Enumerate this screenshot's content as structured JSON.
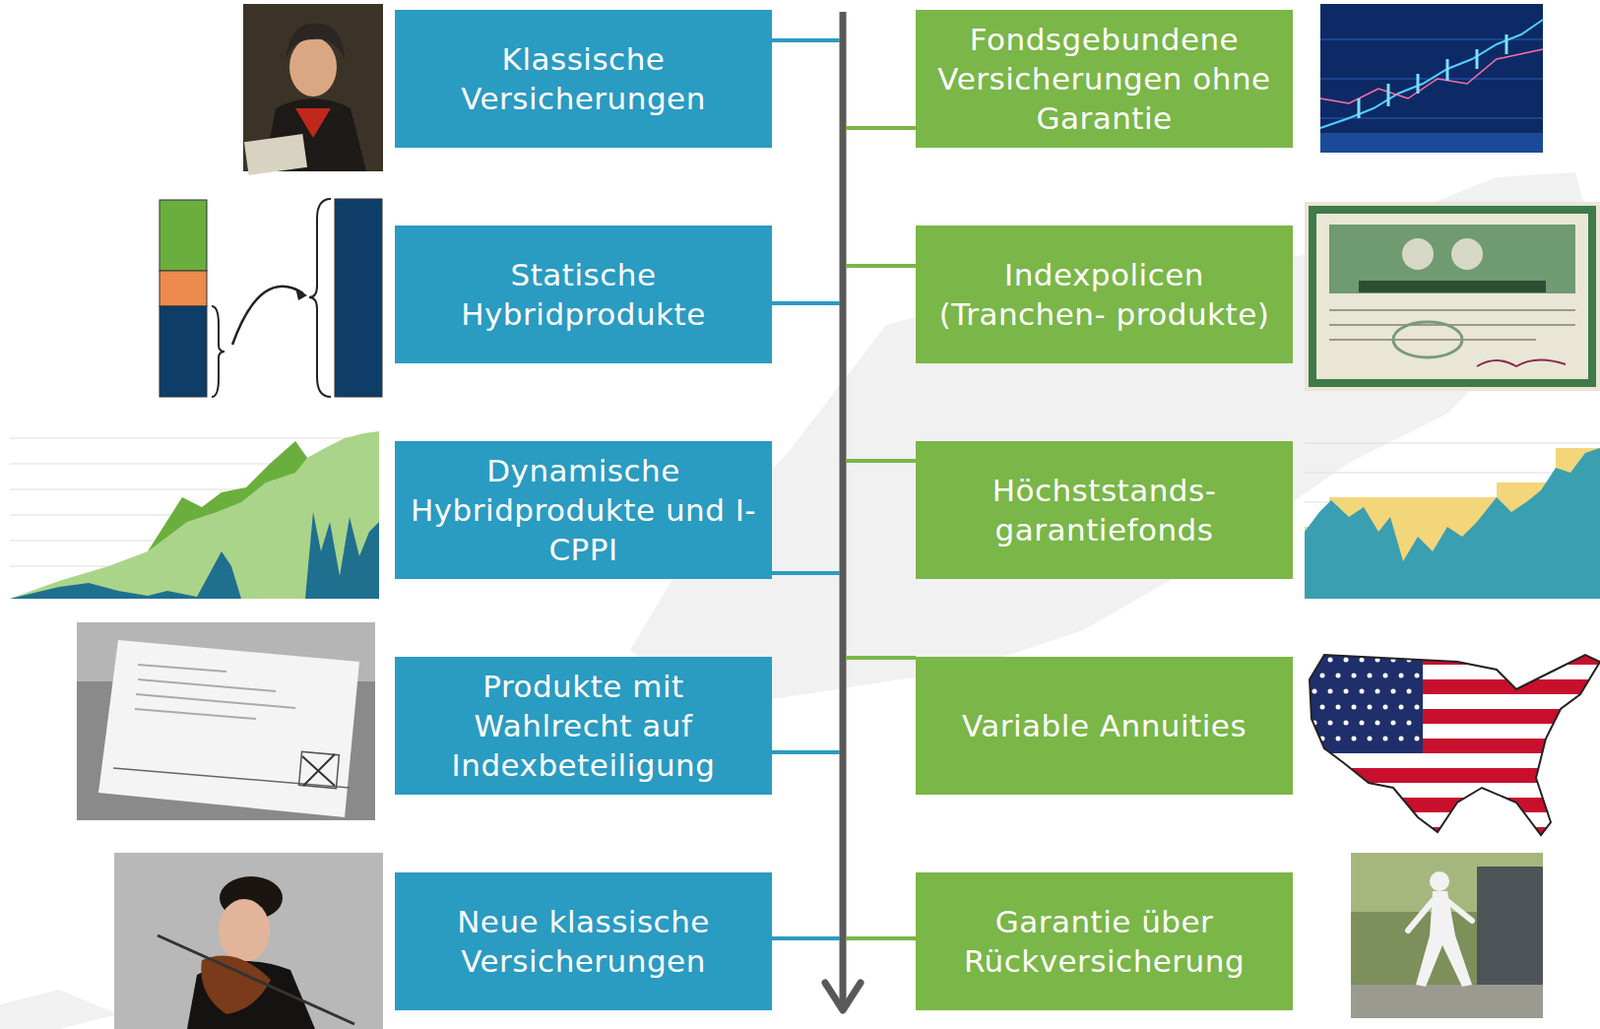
{
  "diagram": {
    "nodes": [
      {
        "text": [
          "Klassische Versicherungen"
        ]
      },
      {
        "text": [
          "Fondsgebundene Versicherungen ohne Garantie"
        ]
      },
      {
        "text": [
          "Statische Hybridprodukte"
        ]
      },
      {
        "text": [
          "Indexpolicen (Tranchen- produkte)"
        ]
      },
      {
        "text": [
          "Dynamische Hybridprodukte und I-CPPI"
        ]
      },
      {
        "text": [
          "Höchststands- garantiefonds"
        ]
      },
      {
        "text": [
          "Produkte mit Wahlrecht auf Indexbeteiligung"
        ]
      },
      {
        "text": [
          "Variable Annuities"
        ]
      },
      {
        "text": [
          "Neue klassische Versicherungen"
        ]
      },
      {
        "text": [
          "Garantie über Rückversicherung"
        ]
      }
    ]
  }
}
